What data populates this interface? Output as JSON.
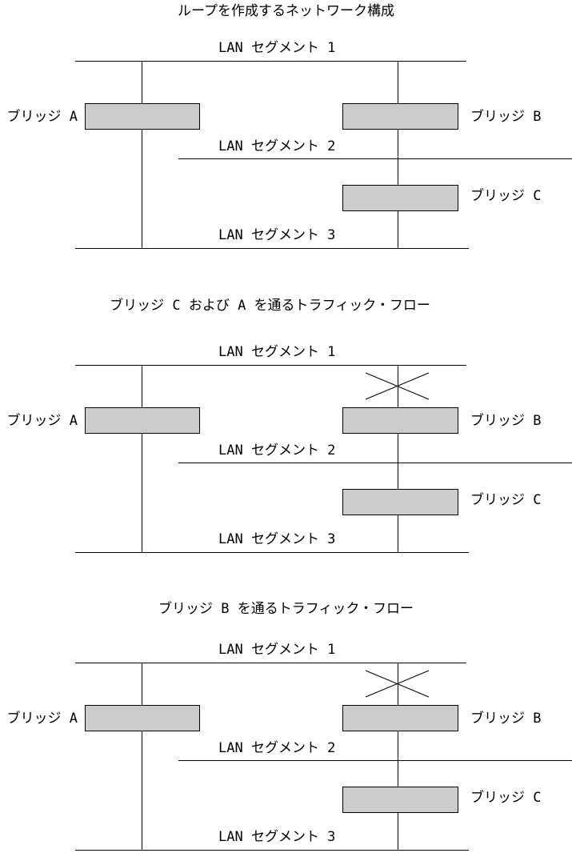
{
  "page": {
    "background_color": "#ffffff",
    "text_color": "#000000",
    "bridge_fill_color": "#cccccc",
    "line_color": "#000000"
  },
  "diagrams": [
    {
      "title": "ループを作成するネットワーク構成",
      "lan_segments": [
        "LAN セグメント 1",
        "LAN セグメント 2",
        "LAN セグメント 3"
      ],
      "bridges": {
        "a": "ブリッジ A",
        "b": "ブリッジ B",
        "c": "ブリッジ C"
      },
      "link_blocked_x": false
    },
    {
      "title": "ブリッジ C および A を通るトラフィック・フロー",
      "lan_segments": [
        "LAN セグメント 1",
        "LAN セグメント 2",
        "LAN セグメント 3"
      ],
      "bridges": {
        "a": "ブリッジ A",
        "b": "ブリッジ B",
        "c": "ブリッジ C"
      },
      "link_blocked_x": true,
      "blocked_link": "segment-1-to-bridge-b"
    },
    {
      "title": "ブリッジ B を通るトラフィック・フロー",
      "lan_segments": [
        "LAN セグメント 1",
        "LAN セグメント 2",
        "LAN セグメント 3"
      ],
      "bridges": {
        "a": "ブリッジ A",
        "b": "ブリッジ B",
        "c": "ブリッジ C"
      },
      "link_blocked_x": true,
      "blocked_link": "segment-1-to-bridge-b"
    }
  ]
}
